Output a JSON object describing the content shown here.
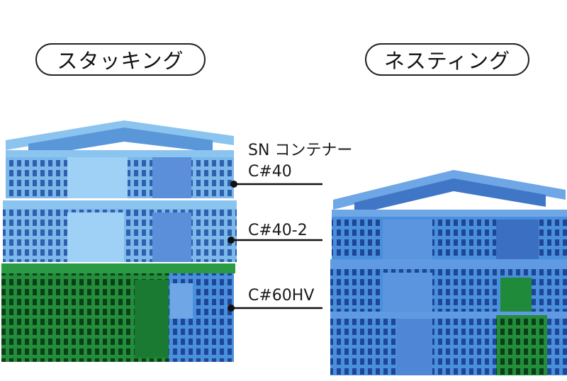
{
  "headings": {
    "stacking": "スタッキング",
    "nesting": "ネスティング"
  },
  "callouts": {
    "sn_container": "SN コンテナー",
    "c40": "C#40",
    "c40_2": "C#40-2",
    "c60hv": "C#60HV"
  },
  "colors": {
    "light_blue": "#6fb0e6",
    "mid_blue": "#3f86d6",
    "dark_blue": "#2e63b8",
    "green": "#1f8a3a",
    "dark_green": "#12662a",
    "leader_line": "#111111"
  }
}
